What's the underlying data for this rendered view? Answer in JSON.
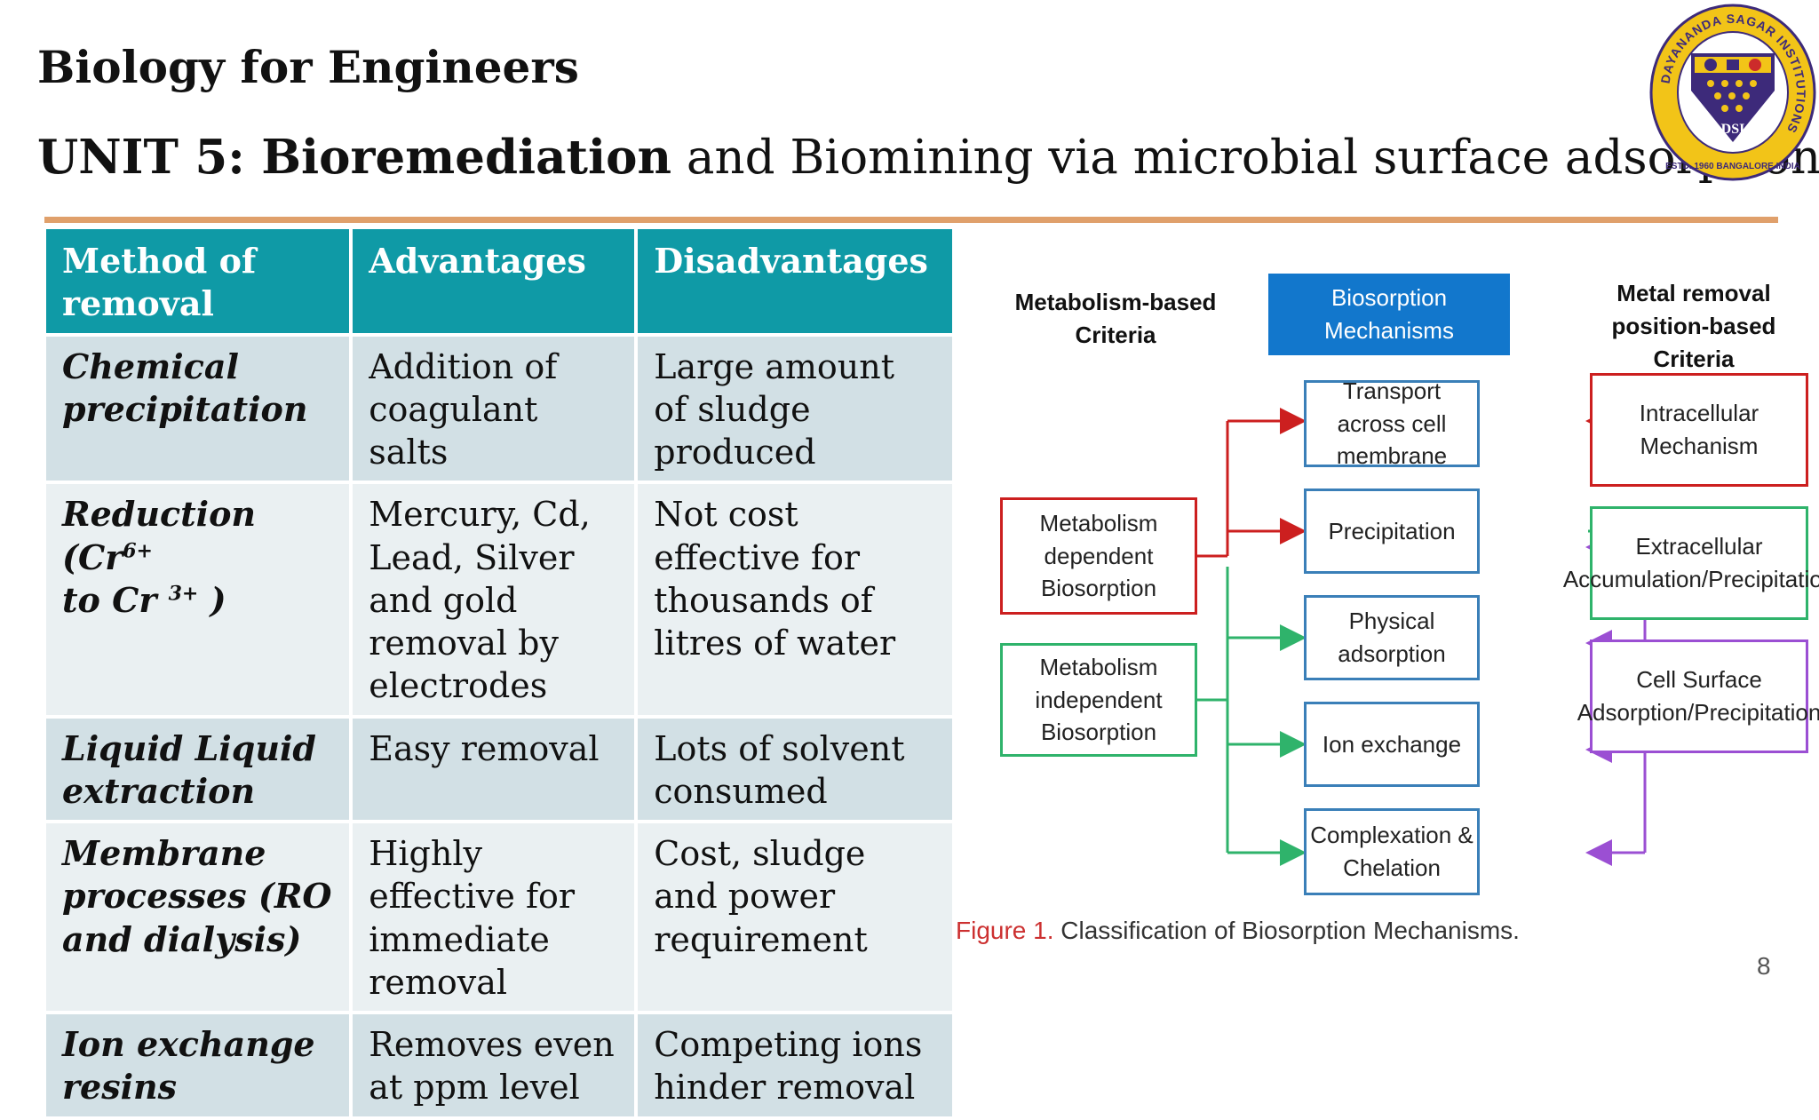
{
  "header": {
    "course_title": "Biology for Engineers",
    "unit_bold": "UNIT  5: Bioremediation",
    "unit_rest": " and Biomining via microbial surface adsorption"
  },
  "logo": {
    "ring_text": "DAYANANDA SAGAR INSTITUTIONS",
    "estd_text": "ESTD. 1960 BANGALORE INDIA",
    "emblem_text": "DSI",
    "colors": {
      "ring": "#f2c418",
      "shield": "#3d2a7a",
      "accent": "#cc2b2b"
    }
  },
  "table": {
    "headers": [
      "Method of removal",
      "Advantages",
      "Disadvantages"
    ],
    "rows": [
      {
        "method": "Chemical precipitation",
        "advantages": "Addition of coagulant salts",
        "disadvantages": "Large amount of sludge produced"
      },
      {
        "method_base": "Reduction (Cr",
        "method_sup1": "6+",
        "method_mid": " to Cr ",
        "method_sup2": "3+",
        "method_end": " )",
        "advantages": "Mercury, Cd, Lead, Silver and gold removal by electrodes",
        "disadvantages": "Not cost effective for thousands of litres of water"
      },
      {
        "method": "Liquid Liquid extraction",
        "advantages": "Easy removal",
        "disadvantages": "Lots of solvent consumed"
      },
      {
        "method": "Membrane processes (RO and dialysis)",
        "advantages": "Highly effective for immediate removal",
        "disadvantages": "Cost, sludge and power requirement"
      },
      {
        "method": "Ion exchange resins",
        "advantages": "Removes even at ppm level",
        "disadvantages": "Competing ions hinder removal"
      }
    ],
    "colors": {
      "header_bg": "#0f9aa6",
      "row_dark": "#d2e0e5",
      "row_light": "#eaf0f2"
    }
  },
  "diagram": {
    "left_header": "Metabolism-based Criteria",
    "center_header": "Biosorption Mechanisms",
    "right_header": "Metal removal position-based Criteria",
    "left_boxes": [
      "Metabolism dependent Biosorption",
      "Metabolism independent Biosorption"
    ],
    "center_boxes": [
      "Transport across cell membrane",
      "Precipitation",
      "Physical adsorption",
      "Ion exchange",
      "Complexation & Chelation"
    ],
    "right_boxes": [
      "Intracellular Mechanism",
      "Extracellular Accumulation/Precipitation",
      "Cell Surface Adsorption/Precipitation"
    ],
    "caption_prefix": "Figure 1.",
    "caption_text": " Classification of Biosorption Mechanisms.",
    "colors": {
      "red": "#cc1f1f",
      "green": "#2fb36b",
      "purple": "#9b4fd3",
      "blue": "#1277cc"
    }
  },
  "page_number": "8"
}
